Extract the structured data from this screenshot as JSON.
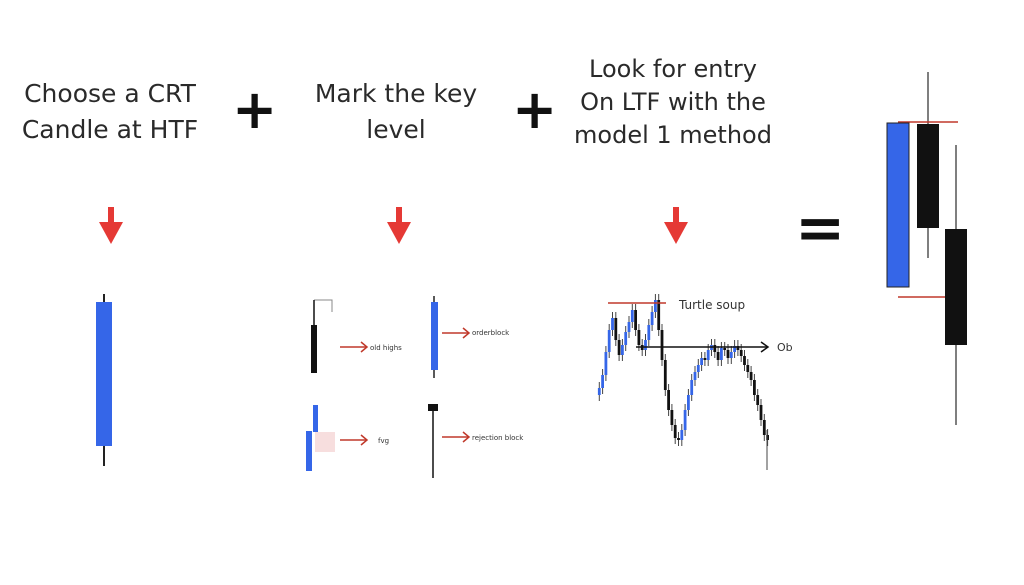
{
  "steps": [
    {
      "lines": [
        "Choose a CRT",
        "Candle at HTF"
      ]
    },
    {
      "lines": [
        "Mark the key",
        "level"
      ]
    },
    {
      "lines": [
        "Look for entry",
        "On LTF with the",
        "model 1 method"
      ]
    }
  ],
  "operators": {
    "plus": "+",
    "equals": "="
  },
  "key_levels": {
    "old_highs": "old highs",
    "orderblock": "orderblock",
    "fvg": "fvg",
    "rejection_block": "rejection block"
  },
  "ltf": {
    "turtle_soup": "Turtle soup",
    "ob": "Ob"
  },
  "colors": {
    "bull": "#3566e8",
    "bear": "#111111",
    "arrow": "#e53935",
    "level": "#c0392b"
  }
}
